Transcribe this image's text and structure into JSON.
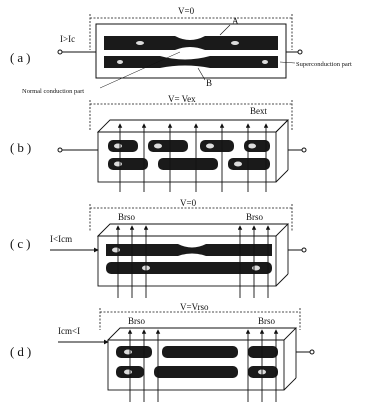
{
  "panels": {
    "a": {
      "tag": "(a)",
      "voltage": "V=0",
      "current": "I>Ic",
      "label_a": "A",
      "label_b": "B",
      "normal_part": "Normal conduction part",
      "super_part": "Superconduction part"
    },
    "b": {
      "tag": "(b)",
      "voltage": "V= Vex",
      "field": "Bext"
    },
    "c": {
      "tag": "(c)",
      "voltage": "V=0",
      "current": "I<Icm",
      "field_left": "Brso",
      "field_right": "Brso"
    },
    "d": {
      "tag": "(d)",
      "voltage": "V=Vrso",
      "current": "Icm<I",
      "field_left": "Brso",
      "field_right": "Brso"
    }
  },
  "colors": {
    "ink": "#111111",
    "band": "#1a1a1a",
    "highlight": "#dcdcdc"
  }
}
